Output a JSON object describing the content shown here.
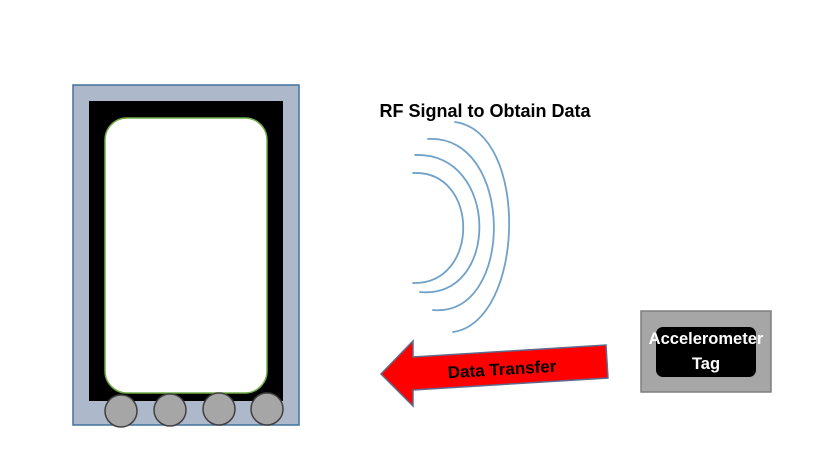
{
  "rf_signal": {
    "label": "RF Signal to Obtain Data",
    "color": "#6fa1c9"
  },
  "data_transfer": {
    "label": "Data Transfer",
    "fill_color": "#ff0000",
    "stroke_color": "#5b6b8c"
  },
  "accelerometer_tag": {
    "line1": "Accelerometer",
    "line2": "Tag",
    "outer_color": "#a6a6a6",
    "inner_color": "#000000"
  },
  "device": {
    "frame_color": "#adb9ca",
    "bezel_color": "#000000",
    "screen_color": "#ffffff",
    "screen_border_color": "#70ad47",
    "button_color": "#a6a6a6",
    "button_count": 4
  }
}
